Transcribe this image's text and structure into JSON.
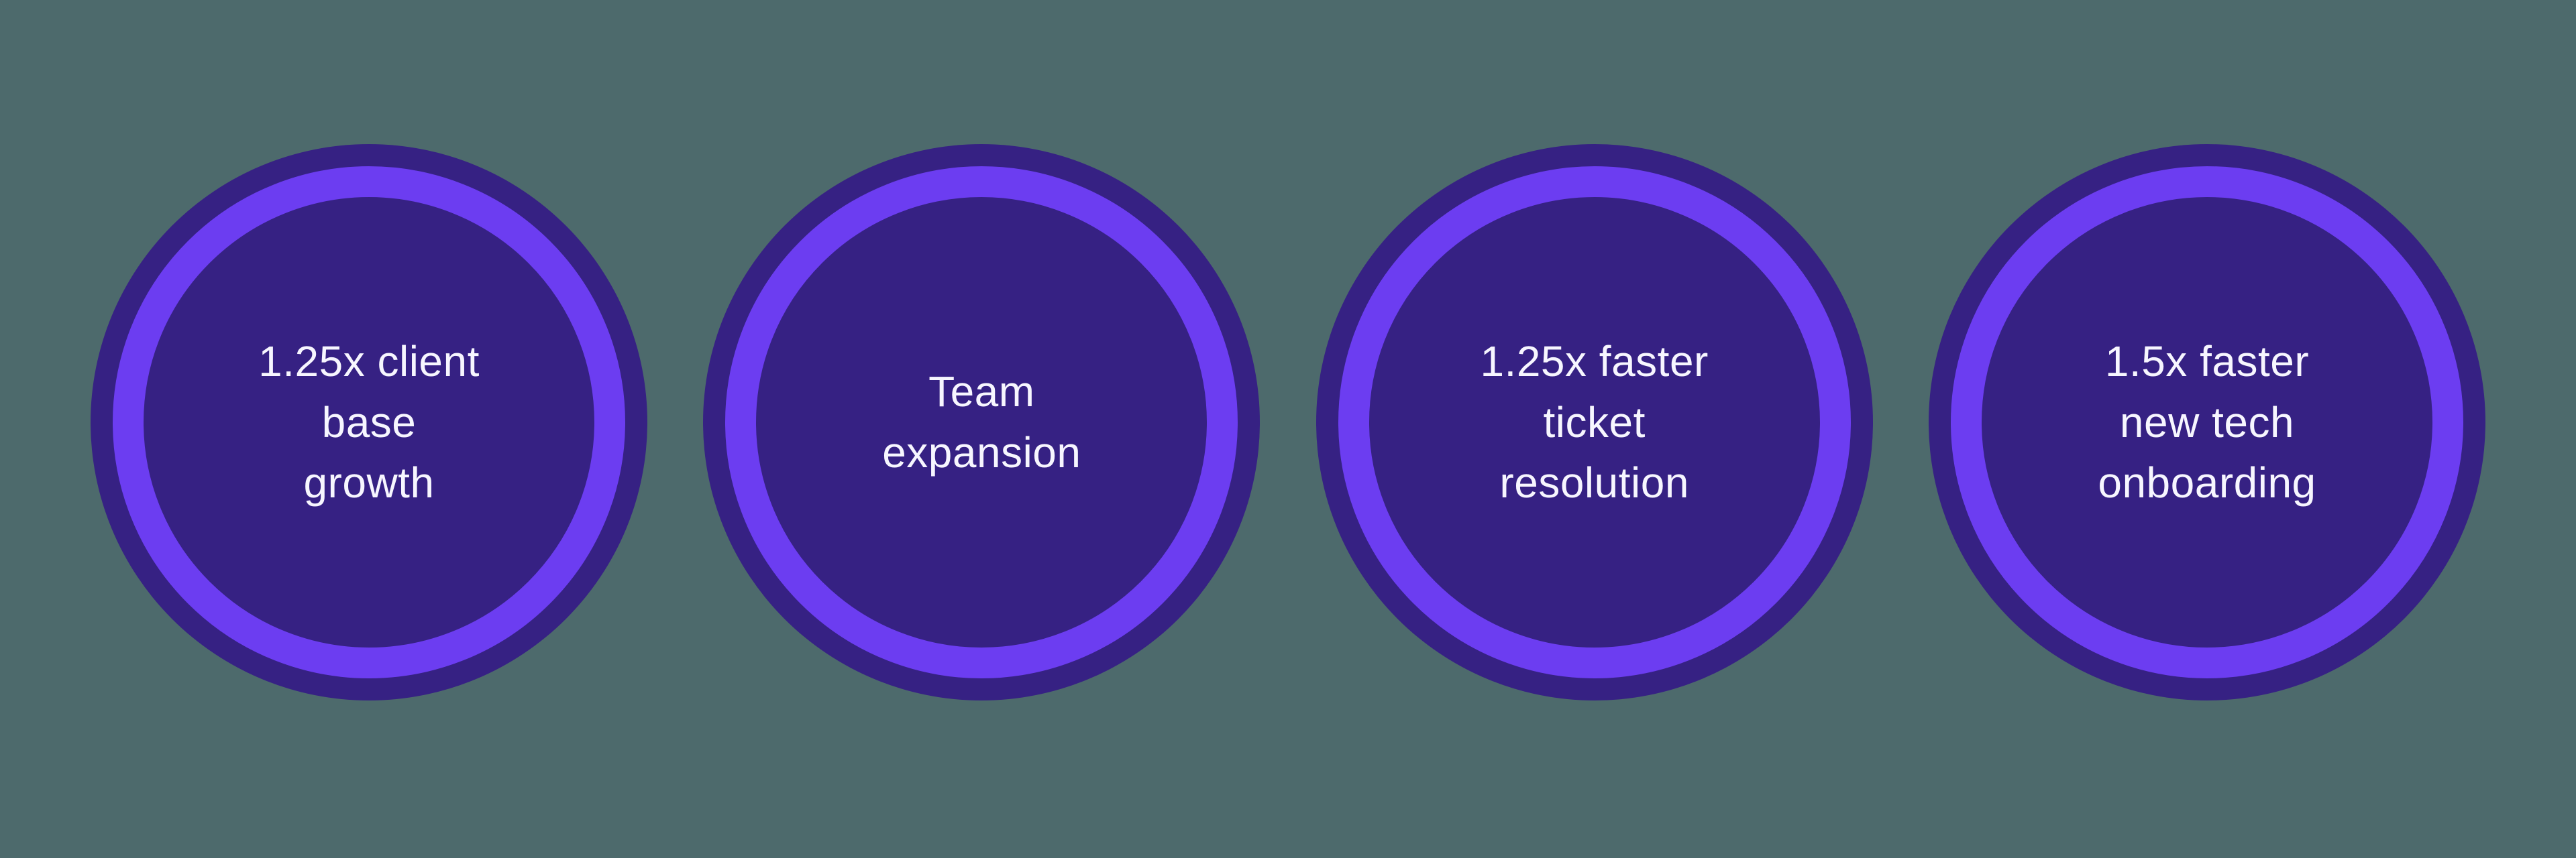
{
  "page": {
    "background_color": "#4d6a6c"
  },
  "circles": {
    "outer_color": "#362183",
    "ring_color": "#6c3df1",
    "text_color": "#f7f6ff",
    "items": [
      {
        "label": "1.25x client\nbase\ngrowth"
      },
      {
        "label": "Team\nexpansion"
      },
      {
        "label": "1.25x faster\nticket\nresolution"
      },
      {
        "label": "1.5x faster\nnew tech\nonboarding"
      }
    ]
  }
}
